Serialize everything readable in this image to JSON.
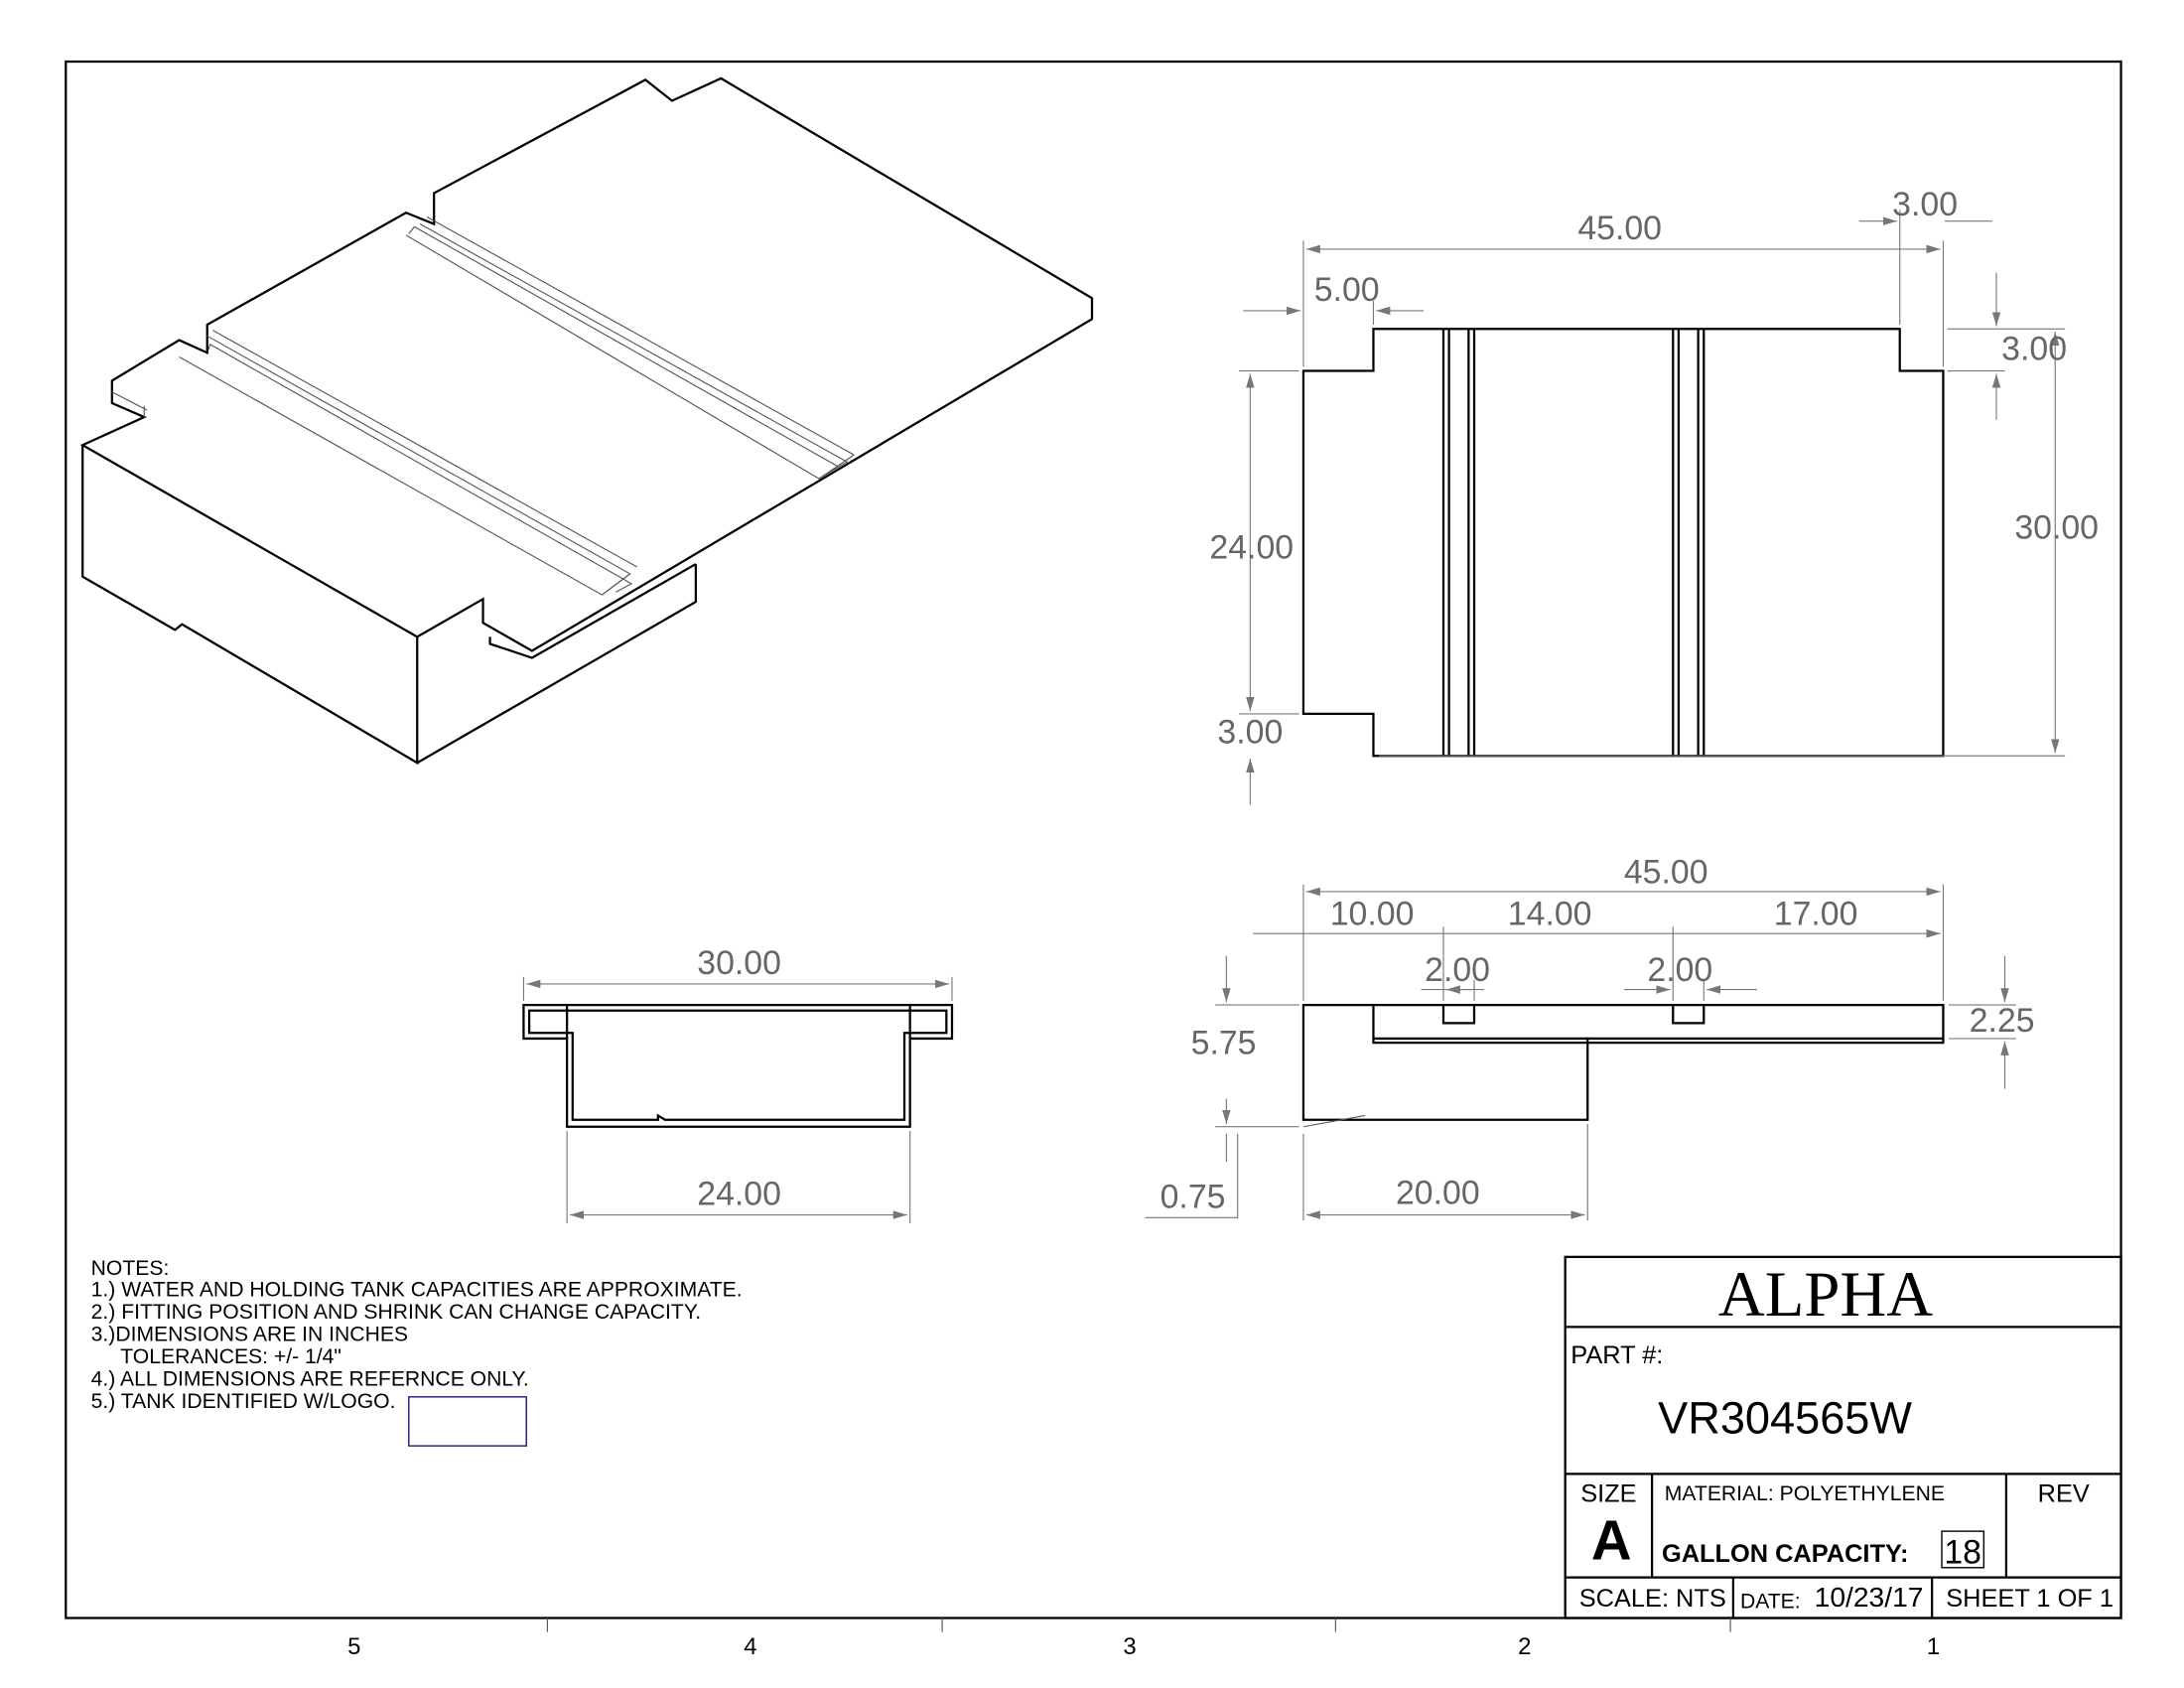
{
  "notes": {
    "heading": "NOTES:",
    "lines": [
      "1.) WATER AND HOLDING TANK CAPACITIES ARE APPROXIMATE.",
      "2.) FITTING POSITION AND SHRINK CAN CHANGE CAPACITY.",
      "3.)DIMENSIONS ARE IN INCHES",
      "TOLERANCES: +/- 1/4\"",
      "4.) ALL DIMENSIONS ARE REFERNCE ONLY.",
      "5.) TANK IDENTIFIED W/LOGO."
    ]
  },
  "top_view": {
    "overall_length": "45.00",
    "corner_notch_x": "3.00",
    "left_notch_x": "5.00",
    "corner_notch_y": "3.00",
    "overall_width": "30.00",
    "inner_width": "24.00",
    "left_notch_y": "3.00"
  },
  "side_view": {
    "overall_length": "45.00",
    "seg1": "10.00",
    "seg2": "14.00",
    "seg3": "17.00",
    "groove1": "2.00",
    "groove2": "2.00",
    "flange_height": "2.25",
    "overall_height": "5.75",
    "step": "0.75",
    "sump_length": "20.00"
  },
  "front_view": {
    "overall_width": "30.00",
    "sump_width": "24.00"
  },
  "title_block": {
    "company": "ALPHA",
    "part_label": "PART #:",
    "part_number": "VR304565W",
    "size_label": "SIZE",
    "size_value": "A",
    "material": "MATERIAL:  POLYETHYLENE",
    "rev_label": "REV",
    "capacity_label": "GALLON CAPACITY:",
    "capacity_value": "18",
    "scale": "SCALE: NTS",
    "date_label": "DATE:",
    "date_value": "10/23/17",
    "sheet": "SHEET 1 OF 1"
  },
  "zones": [
    "5",
    "4",
    "3",
    "2",
    "1"
  ]
}
